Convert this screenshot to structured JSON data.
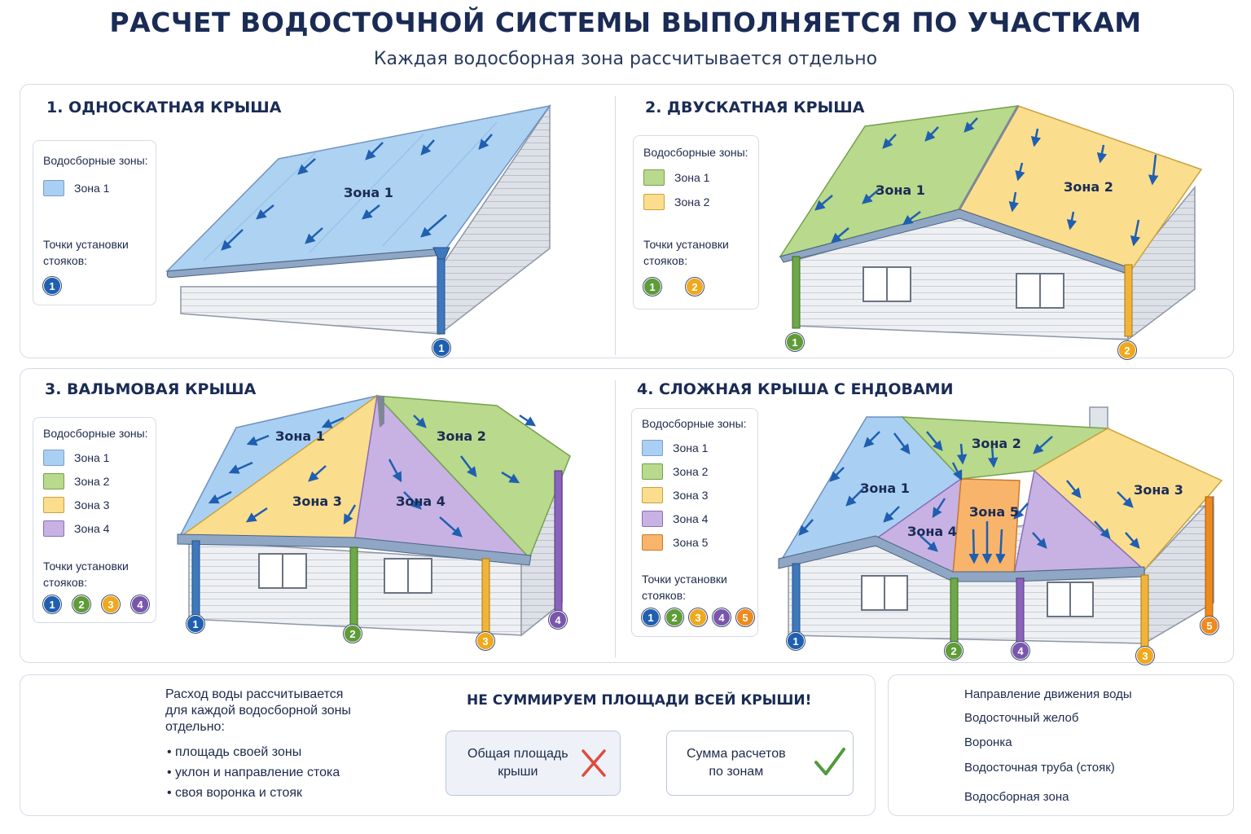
{
  "header": {
    "title": "РАСЧЕТ ВОДОСТОЧНОЙ СИСТЕМЫ ВЫПОЛНЯЕТСЯ ПО УЧАСТКАМ",
    "subtitle": "Каждая водосборная зона рассчитывается отдельно"
  },
  "colors": {
    "zone1": "#a9d0f2",
    "zone2": "#b9d98c",
    "zone3": "#fbdd8e",
    "zone4": "#c7b2e3",
    "zone5": "#f9b46b",
    "pt1": "#1f5fb0",
    "pt2": "#5e9c37",
    "pt3": "#f0a81c",
    "pt4": "#7a55ad",
    "pt5": "#f08a1c"
  },
  "sections": [
    {
      "title": "1. ОДНОСКАТНАЯ КРЫША",
      "legend_heading": "Водосборные зоны:",
      "zones": [
        "Зона 1"
      ],
      "points_heading_1": "Точки установки",
      "points_heading_2": "стояков:",
      "points": [
        "1"
      ],
      "roof_labels": [
        "Зона 1"
      ],
      "downspout_labels": [
        "1"
      ]
    },
    {
      "title": "2.  ДВУСКАТНАЯ КРЫША",
      "legend_heading": "Водосборные зоны:",
      "zones": [
        "Зона 1",
        "Зона 2"
      ],
      "points_heading_1": "Точки установки",
      "points_heading_2": "стояков:",
      "points": [
        "1",
        "2"
      ],
      "roof_labels": [
        "Зона 1",
        "Зона 2"
      ],
      "downspout_labels": [
        "1",
        "2"
      ]
    },
    {
      "title": "3. ВАЛЬМОВАЯ КРЫША",
      "legend_heading": "Водосборные зоны:",
      "zones": [
        "Зона 1",
        "Зона 2",
        "Зона 3",
        "Зона 4"
      ],
      "points_heading_1": "Точки установки",
      "points_heading_2": "стояков:",
      "points": [
        "1",
        "2",
        "3",
        "4"
      ],
      "roof_labels": [
        "Зона 1",
        "Зона 2",
        "Зона 3",
        "Зона 4"
      ],
      "downspout_labels": [
        "1",
        "2",
        "3",
        "4"
      ]
    },
    {
      "title": "4. СЛОЖНАЯ КРЫША С ЕНДОВАМИ",
      "legend_heading": "Водосборные зоны:",
      "zones": [
        "Зона 1",
        "Зона 2",
        "Зона 3",
        "Зона 4",
        "Зона 5"
      ],
      "points_heading_1": "Точки установки",
      "points_heading_2": "стояков:",
      "points": [
        "1",
        "2",
        "3",
        "4",
        "5"
      ],
      "roof_labels": [
        "Зона 1",
        "Зона 2",
        "Зона 3",
        "Зона 4",
        "Зона 5"
      ],
      "downspout_labels": [
        "1",
        "2",
        "4",
        "3",
        "5"
      ]
    }
  ],
  "note": {
    "line1": "Расход воды рассчитывается",
    "line2": "для каждой водосборной зоны",
    "line3": "отдельно:",
    "bullets": [
      "•  площадь своей зоны",
      "•  уклон и направление стока",
      "•  своя воронка и стояк"
    ]
  },
  "compare": {
    "warning": "НЕ СУММИРУЕМ ПЛОЩАДИ ВСЕЙ КРЫШИ!",
    "wrong_line1": "Общая площадь",
    "wrong_line2": "крыши",
    "right_line1": "Сумма расчетов",
    "right_line2": "по зонам"
  },
  "key": [
    "Направление движения воды",
    "Водосточный желоб",
    "Воронка",
    "Водосточная труба (стояк)",
    "Водосборная зона"
  ]
}
